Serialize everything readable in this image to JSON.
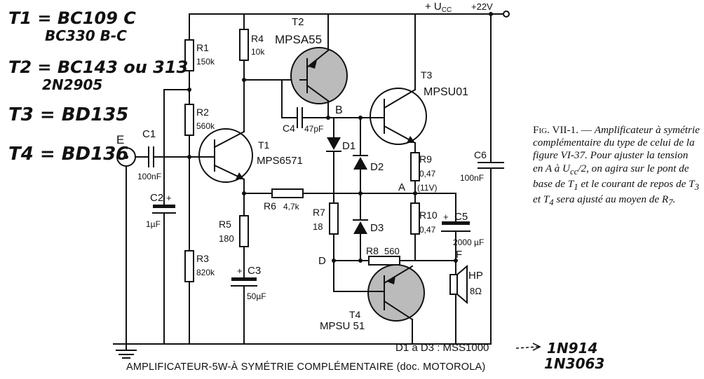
{
  "handwritten_notes": {
    "t1_line1": "T1 = BC109 C",
    "t1_line2": "BC330 B-C",
    "t2_line1": "T2 = BC143 ou 313",
    "t2_line2": "2N2905",
    "t3": "T3 = BD135",
    "t4": "T4 = BD136",
    "diode_line1": "1N914",
    "diode_line2": "1N3063"
  },
  "supply": {
    "ucc": "+ U",
    "ucc_sub": "CC",
    "v22": "+22V"
  },
  "nodes": {
    "input": "E",
    "b": "B",
    "a": "A",
    "a_volt": "(11V)",
    "d": "D",
    "f": "F"
  },
  "transistors": {
    "t1": {
      "ref": "T1",
      "part": "MPS6571"
    },
    "t2": {
      "ref": "T2",
      "part": "MPSA55"
    },
    "t3": {
      "ref": "T3",
      "part": "MPSU01"
    },
    "t4": {
      "ref": "T4",
      "part": "MPSU 51"
    }
  },
  "resistors": {
    "r1": {
      "ref": "R1",
      "value": "150k"
    },
    "r2": {
      "ref": "R2",
      "value": "560k"
    },
    "r3": {
      "ref": "R3",
      "value": "820k"
    },
    "r4": {
      "ref": "R4",
      "value": "10k"
    },
    "r5": {
      "ref": "R5",
      "value": "180"
    },
    "r6": {
      "ref": "R6",
      "value": "4,7k"
    },
    "r7": {
      "ref": "R7",
      "value": "18"
    },
    "r8": {
      "ref": "R8",
      "value": "560"
    },
    "r9": {
      "ref": "R9",
      "value": "0,47"
    },
    "r10": {
      "ref": "R10",
      "value": "0,47"
    }
  },
  "capacitors": {
    "c1": {
      "ref": "C1",
      "value": "100nF"
    },
    "c2": {
      "ref": "C2",
      "value": "1µF"
    },
    "c3": {
      "ref": "C3",
      "value": "50µF"
    },
    "c4": {
      "ref": "C4",
      "value": "47pF"
    },
    "c5": {
      "ref": "C5",
      "value": "2000 µF"
    },
    "c6": {
      "ref": "C6",
      "value": "100nF"
    }
  },
  "diodes": {
    "d1": "D1",
    "d2": "D2",
    "d3": "D3",
    "note": "D1 à D3 : MSS1000"
  },
  "speaker": {
    "ref": "HP",
    "value": "8Ω"
  },
  "plus_sign": "+",
  "caption": {
    "fig": "Fig. VII-1.",
    "dash": " — ",
    "text1": "Amplificateur à symétrie complémentaire du type de celui de la figure VI-37. Pour ajuster la tension en A à U",
    "text1_sub": "cc",
    "text2": "/2, on agira sur le pont de base de T",
    "t1_sub": "1",
    "text3": " et le courant de repos de T",
    "t3_sub": "3",
    "text4": " et T",
    "t4_sub": "4",
    "text5": " sera ajusté au moyen de R",
    "r7_sub": "7",
    "text6": "."
  },
  "bottom_title": "AMPLIFICATEUR-5W-À SYMÉTRIE COMPLÉMENTAIRE (doc. MOTOROLA)"
}
